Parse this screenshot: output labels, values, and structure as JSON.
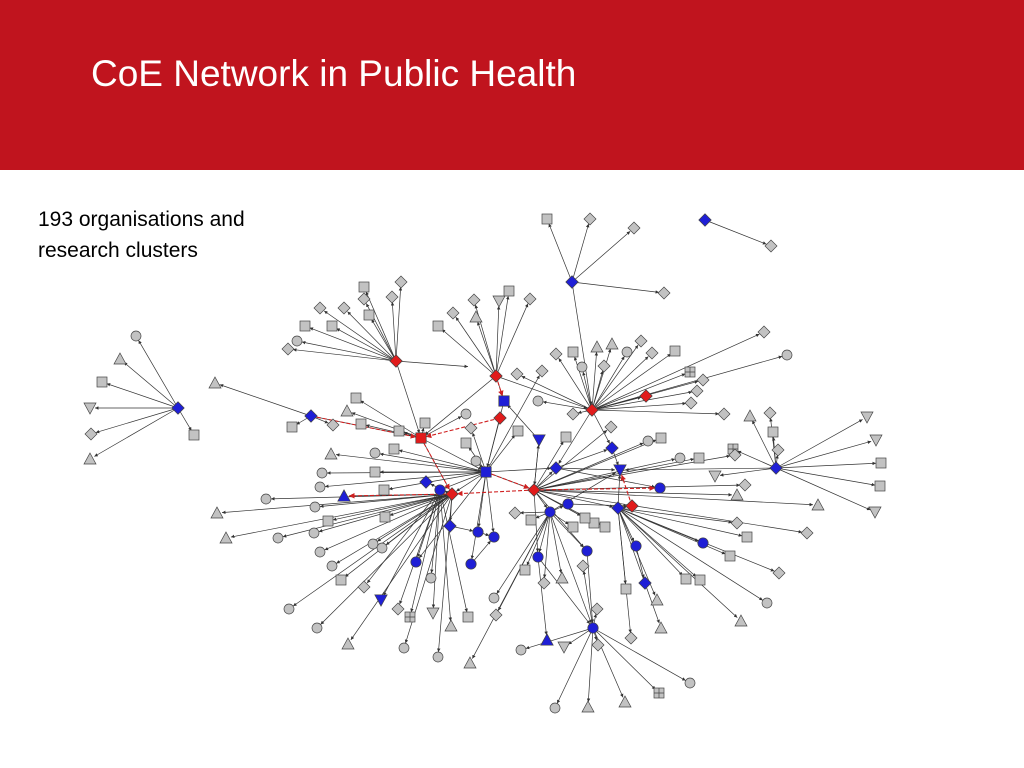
{
  "slide": {
    "title": "CoE Network in Public Health",
    "caption_line1": "193 organisations and",
    "caption_line2": "research clusters"
  },
  "colors": {
    "header": "#c0141e",
    "hub_red": "#e11b1b",
    "hub_blue": "#1f1fd6",
    "peripheral_gray": "#c2c2c2",
    "edge": "#333333",
    "red_edge": "#d02020"
  },
  "legend_shapes": [
    "square",
    "diamond",
    "circle",
    "triangle-up",
    "triangle-down",
    "boxed-plus"
  ]
}
